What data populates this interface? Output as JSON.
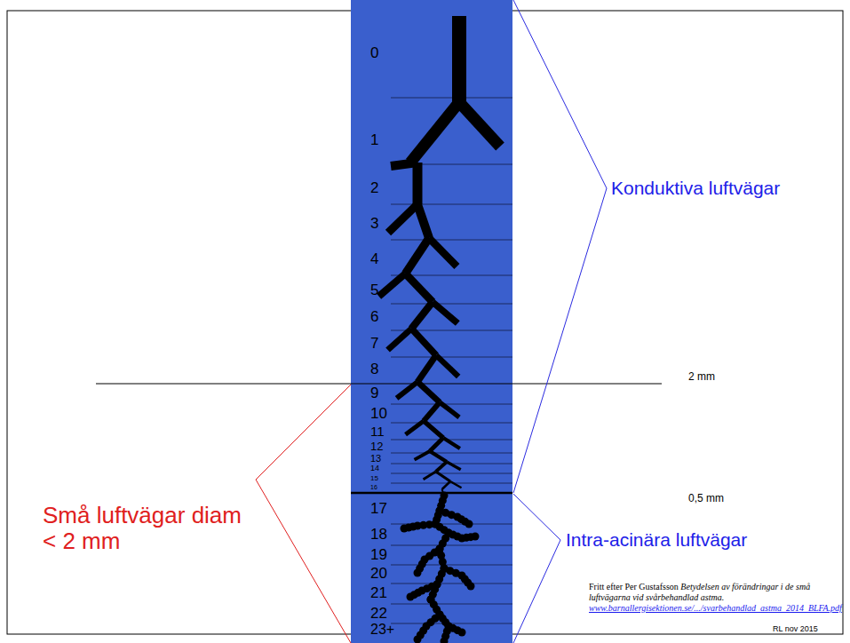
{
  "diagram": {
    "labels": [
      "0",
      "1",
      "2",
      "3",
      "4",
      "5",
      "6",
      "7",
      "8",
      "9",
      "10",
      "11",
      "12",
      "13",
      "14",
      "15",
      "16",
      "17",
      "18",
      "19",
      "20",
      "21",
      "22",
      "23+",
      "Konduktiva luftvägar",
      "2 mm",
      "0,5 mm",
      "Små luftvägar diam < 2 mm",
      "Intra-acinära luftvägar",
      "Fritt efter Per Gustafsson",
      "Betydelsen av förändringar i de små luftvägarna vid svårbehandlad astma.",
      "www.barnallergisektionen.se/.../svarbehandlad_astma_2014_BLFA.pdf",
      "RL nov 2015"
    ]
  }
}
